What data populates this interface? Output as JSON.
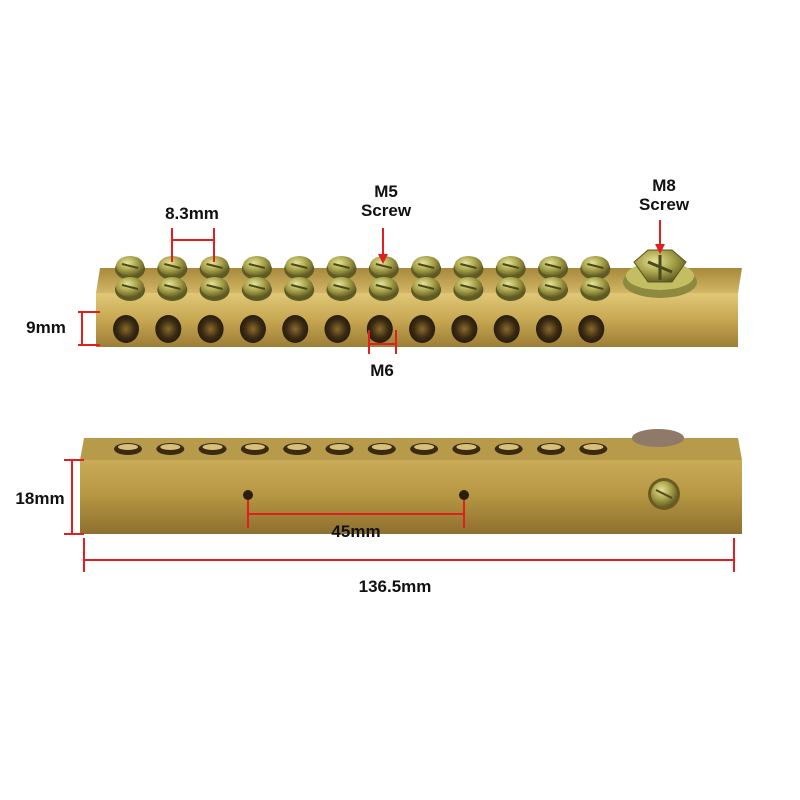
{
  "photo": {
    "description_free": true,
    "colors": {
      "brass_light": "#d6bb63",
      "brass_mid": "#b39441",
      "brass_dark": "#7a6128",
      "hole": "#2a1f0f",
      "screw_zinc": "#b8b356",
      "screw_dark": "#5d5a23",
      "dimension_line": "#e02020"
    },
    "screws_per_row": 12,
    "rows_of_screws": 2,
    "holes_front": 12,
    "holes_top_back": 12
  },
  "labels": {
    "pitch": "8.3mm",
    "m5_line1": "M5",
    "m5_line2": "Screw",
    "m8_line1": "M8",
    "m8_line2": "Screw",
    "height_top": "9mm",
    "hole_size": "M6",
    "height_side": "18mm",
    "mount_spacing": "45mm",
    "length": "136.5mm"
  }
}
